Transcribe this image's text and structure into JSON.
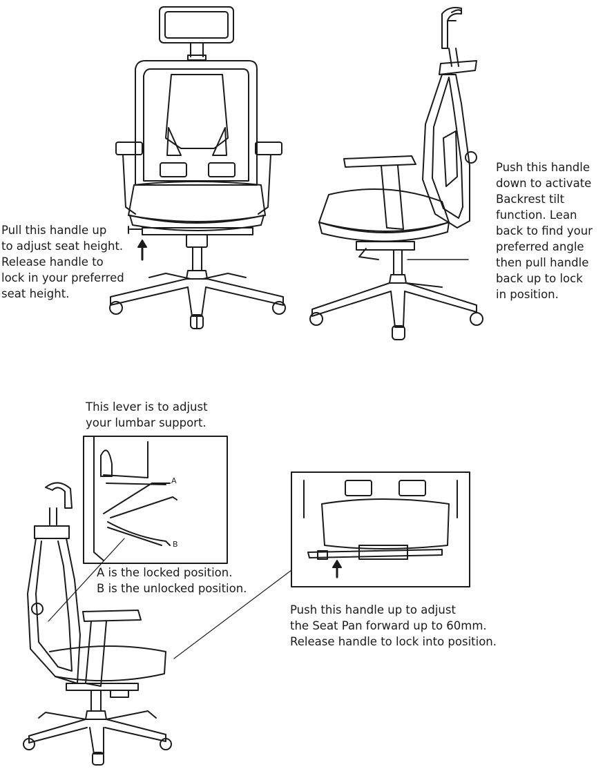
{
  "notes": {
    "seat_height": "Pull this handle up\nto adjust seat height.\nRelease handle to\nlock in your preferred\nseat height.",
    "backrest_tilt": "Push this handle\ndown to activate\nBackrest tilt\nfunction. Lean\nback to find your\npreferred angle\nthen pull handle\nback up to lock\nin position.",
    "lumbar": "This lever is to adjust\nyour lumbar support.",
    "lumbar_positions": "A is the locked position.\nB is the unlocked position.",
    "seat_pan": "Push this handle up to adjust\nthe Seat Pan forward up to 60mm.\nRelease handle to lock into position."
  },
  "lever_labels": {
    "a": "A",
    "b": "B"
  },
  "colors": {
    "line": "#1a1a1a",
    "background": "#ffffff"
  }
}
